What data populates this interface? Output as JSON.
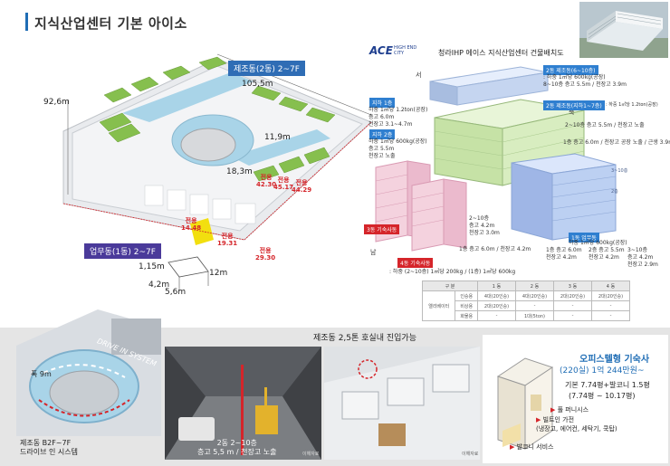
{
  "page_title": "지식산업센터 기본 아이소",
  "left_plan": {
    "label_manufacturing": "제조동(2동) 2~7F",
    "label_office": "업무동(1동) 2~7F",
    "dim_top": "105,5m",
    "dim_left": "92,6m",
    "dim_mid1": "11,9m",
    "dim_mid2": "18,3m",
    "dim_small1": "1,15m",
    "dim_small2": "12m",
    "dim_small3": "4,2m",
    "dim_small4": "5,6m",
    "rooms": [
      {
        "name": "전용",
        "area": "42.30"
      },
      {
        "name": "전용",
        "area": "45.17"
      },
      {
        "name": "전용",
        "area": "44.29"
      },
      {
        "name": "전용",
        "area": "14.48"
      },
      {
        "name": "전용",
        "area": "19.31"
      },
      {
        "name": "전용",
        "area": "29.30"
      }
    ]
  },
  "right_diagram": {
    "logo_main": "ACE",
    "logo_sub": "HIGH END CITY",
    "title": "청라IHP 에이스 지식산업센터 건물배치도",
    "directions": {
      "west": "서",
      "north": "북",
      "south": "남"
    },
    "tags": [
      {
        "text": "2동 제조동(6~10층)",
        "color": "#2f7fd0"
      },
      {
        "text": "2동 제조동(지하1~7층)",
        "color": "#2f7fd0"
      },
      {
        "text": "지하 1층",
        "color": "#2f7fd0"
      },
      {
        "text": "지하 2층",
        "color": "#2f7fd0"
      },
      {
        "text": "3동 기숙사동",
        "color": "#d5252a"
      },
      {
        "text": "4동 기숙사동",
        "color": "#d5252a"
      },
      {
        "text": "1동 업무동",
        "color": "#2f7fd0"
      }
    ],
    "notes": {
      "top1": ": 하중 1㎡당 600kg(공장)",
      "top2": "8~10층 층고 5.5m / 천장고 3.9m",
      "mid_right": ": 하중 1㎡당 1.2ton(공장)",
      "mid_right2": "2~10층 층고 5.5m / 천장고 노출",
      "mid_right3": "1층 층고 6.0m / 천장고 공장 노출 / 근생 3.9m",
      "b1_1": "하중 1㎡당 1.2ton(공장)",
      "b1_2": "층고 6.0m",
      "b1_3": "천장고 3.1~4.7m",
      "b2_1": "하중 1㎡당 600kg(공장)",
      "b2_2": "층고 5.5m",
      "b2_3": "천장고 노출",
      "dorm1": "2~10층",
      "dorm2": "층고 4.2m",
      "dorm3": "천장고 3.0m",
      "dorm_floor1": "1층 층고 6.0m / 천장고 4.2m",
      "dorm_bottom": ": 하중 (2~10층) 1㎡당 200kg / (1층) 1㎡당 600kg",
      "office_load": "하중 1㎡당 600kg(공장)",
      "office_f1": "1층 층고 6.0m",
      "office_f1b": "천장고 4.2m",
      "office_f2": "2층 층고 5.5m",
      "office_f2b": "천장고 4.2m",
      "office_f3": "3~10층",
      "office_f3b": "층고 4.2m",
      "office_f3c": "천장고 2.9m"
    },
    "floor_marks": [
      "3~10층",
      "2층"
    ],
    "table": {
      "headers": [
        "구 분",
        "1 동",
        "2 동",
        "3 동",
        "4 동"
      ],
      "row_group": "엘리베이터",
      "rows": [
        {
          "label": "인승용",
          "values": [
            "4대(20인승)",
            "4대(20인승)",
            "2대(20인승)",
            "2대(20인승)"
          ]
        },
        {
          "label": "비상용",
          "values": [
            "2대(20인승)",
            "-",
            "-",
            "-"
          ]
        },
        {
          "label": "화물용",
          "values": [
            "-",
            "1대(5ton)",
            "-",
            "-"
          ]
        }
      ]
    }
  },
  "bottom": {
    "left_caption1": "제조동 B2F~7F",
    "left_caption2": "드라이브 인 시스템",
    "ramp_label": "폭 9m",
    "drive_label": "DRIVE IN SYSTEM",
    "center_heading": "제조동 2,5톤 호실내 진입가능",
    "center_caption1": "2동 2~10층",
    "center_caption2": "층고 5,5 m / 천장고 노출",
    "photo_credit": "이해자료",
    "dorm_title": "오피스텔형 기숙사",
    "dorm_sub": "(220실) 1억 244만원~",
    "dorm_spec1": "기본 7.74평+발코니 1.5평",
    "dorm_spec2": "(7.74평 ~ 10.17평)",
    "dorm_item1": "풀 퍼니시스",
    "dorm_item2": "빌트인 가전",
    "dorm_item3": "(냉장고, 에어컨, 세탁기, 쿡탑)",
    "dorm_item4": "발코니 서비스"
  }
}
